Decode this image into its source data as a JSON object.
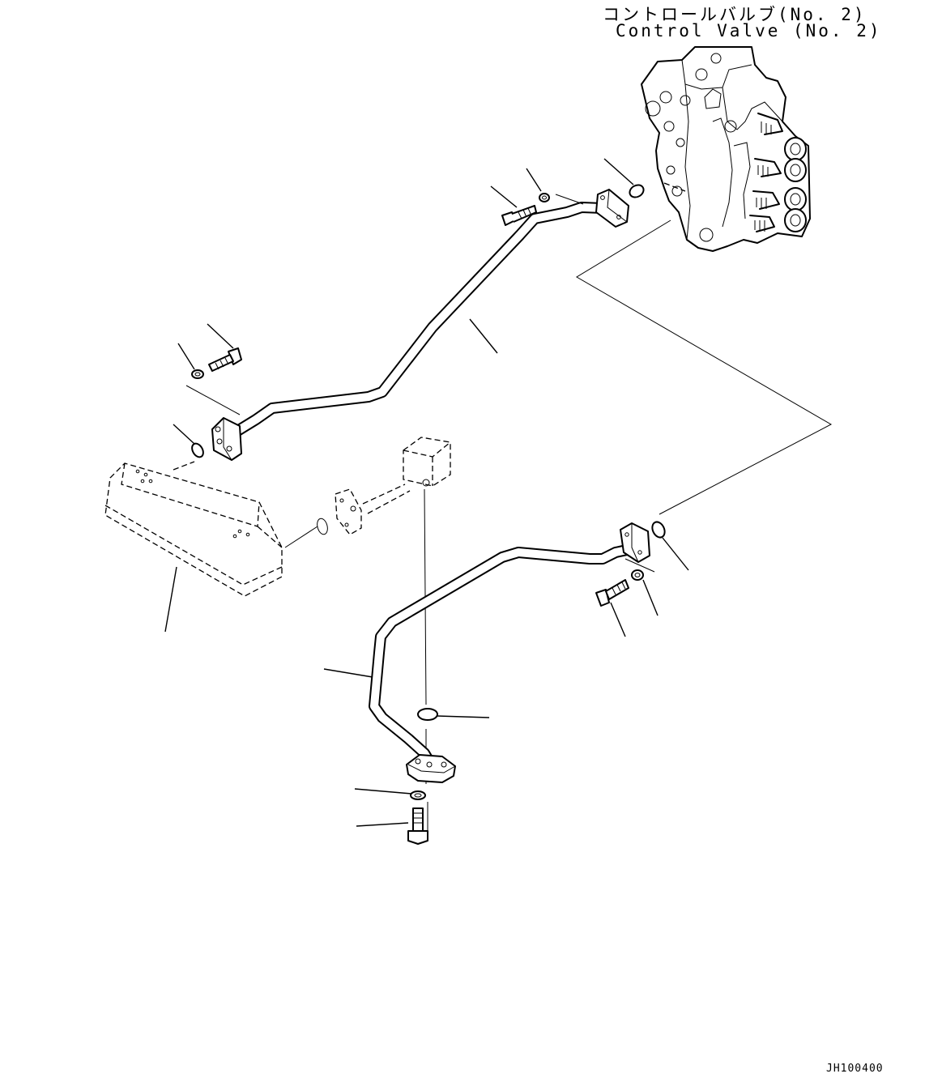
{
  "title": {
    "japanese": "コントロールバルブ(No. 2)",
    "english": "Control Valve (No. 2)"
  },
  "document_code": "JH100400",
  "parts": [
    "upper-tube",
    "lower-tube",
    "control-valve",
    "pump-block",
    "flange",
    "bolt",
    "washer",
    "o-ring"
  ]
}
